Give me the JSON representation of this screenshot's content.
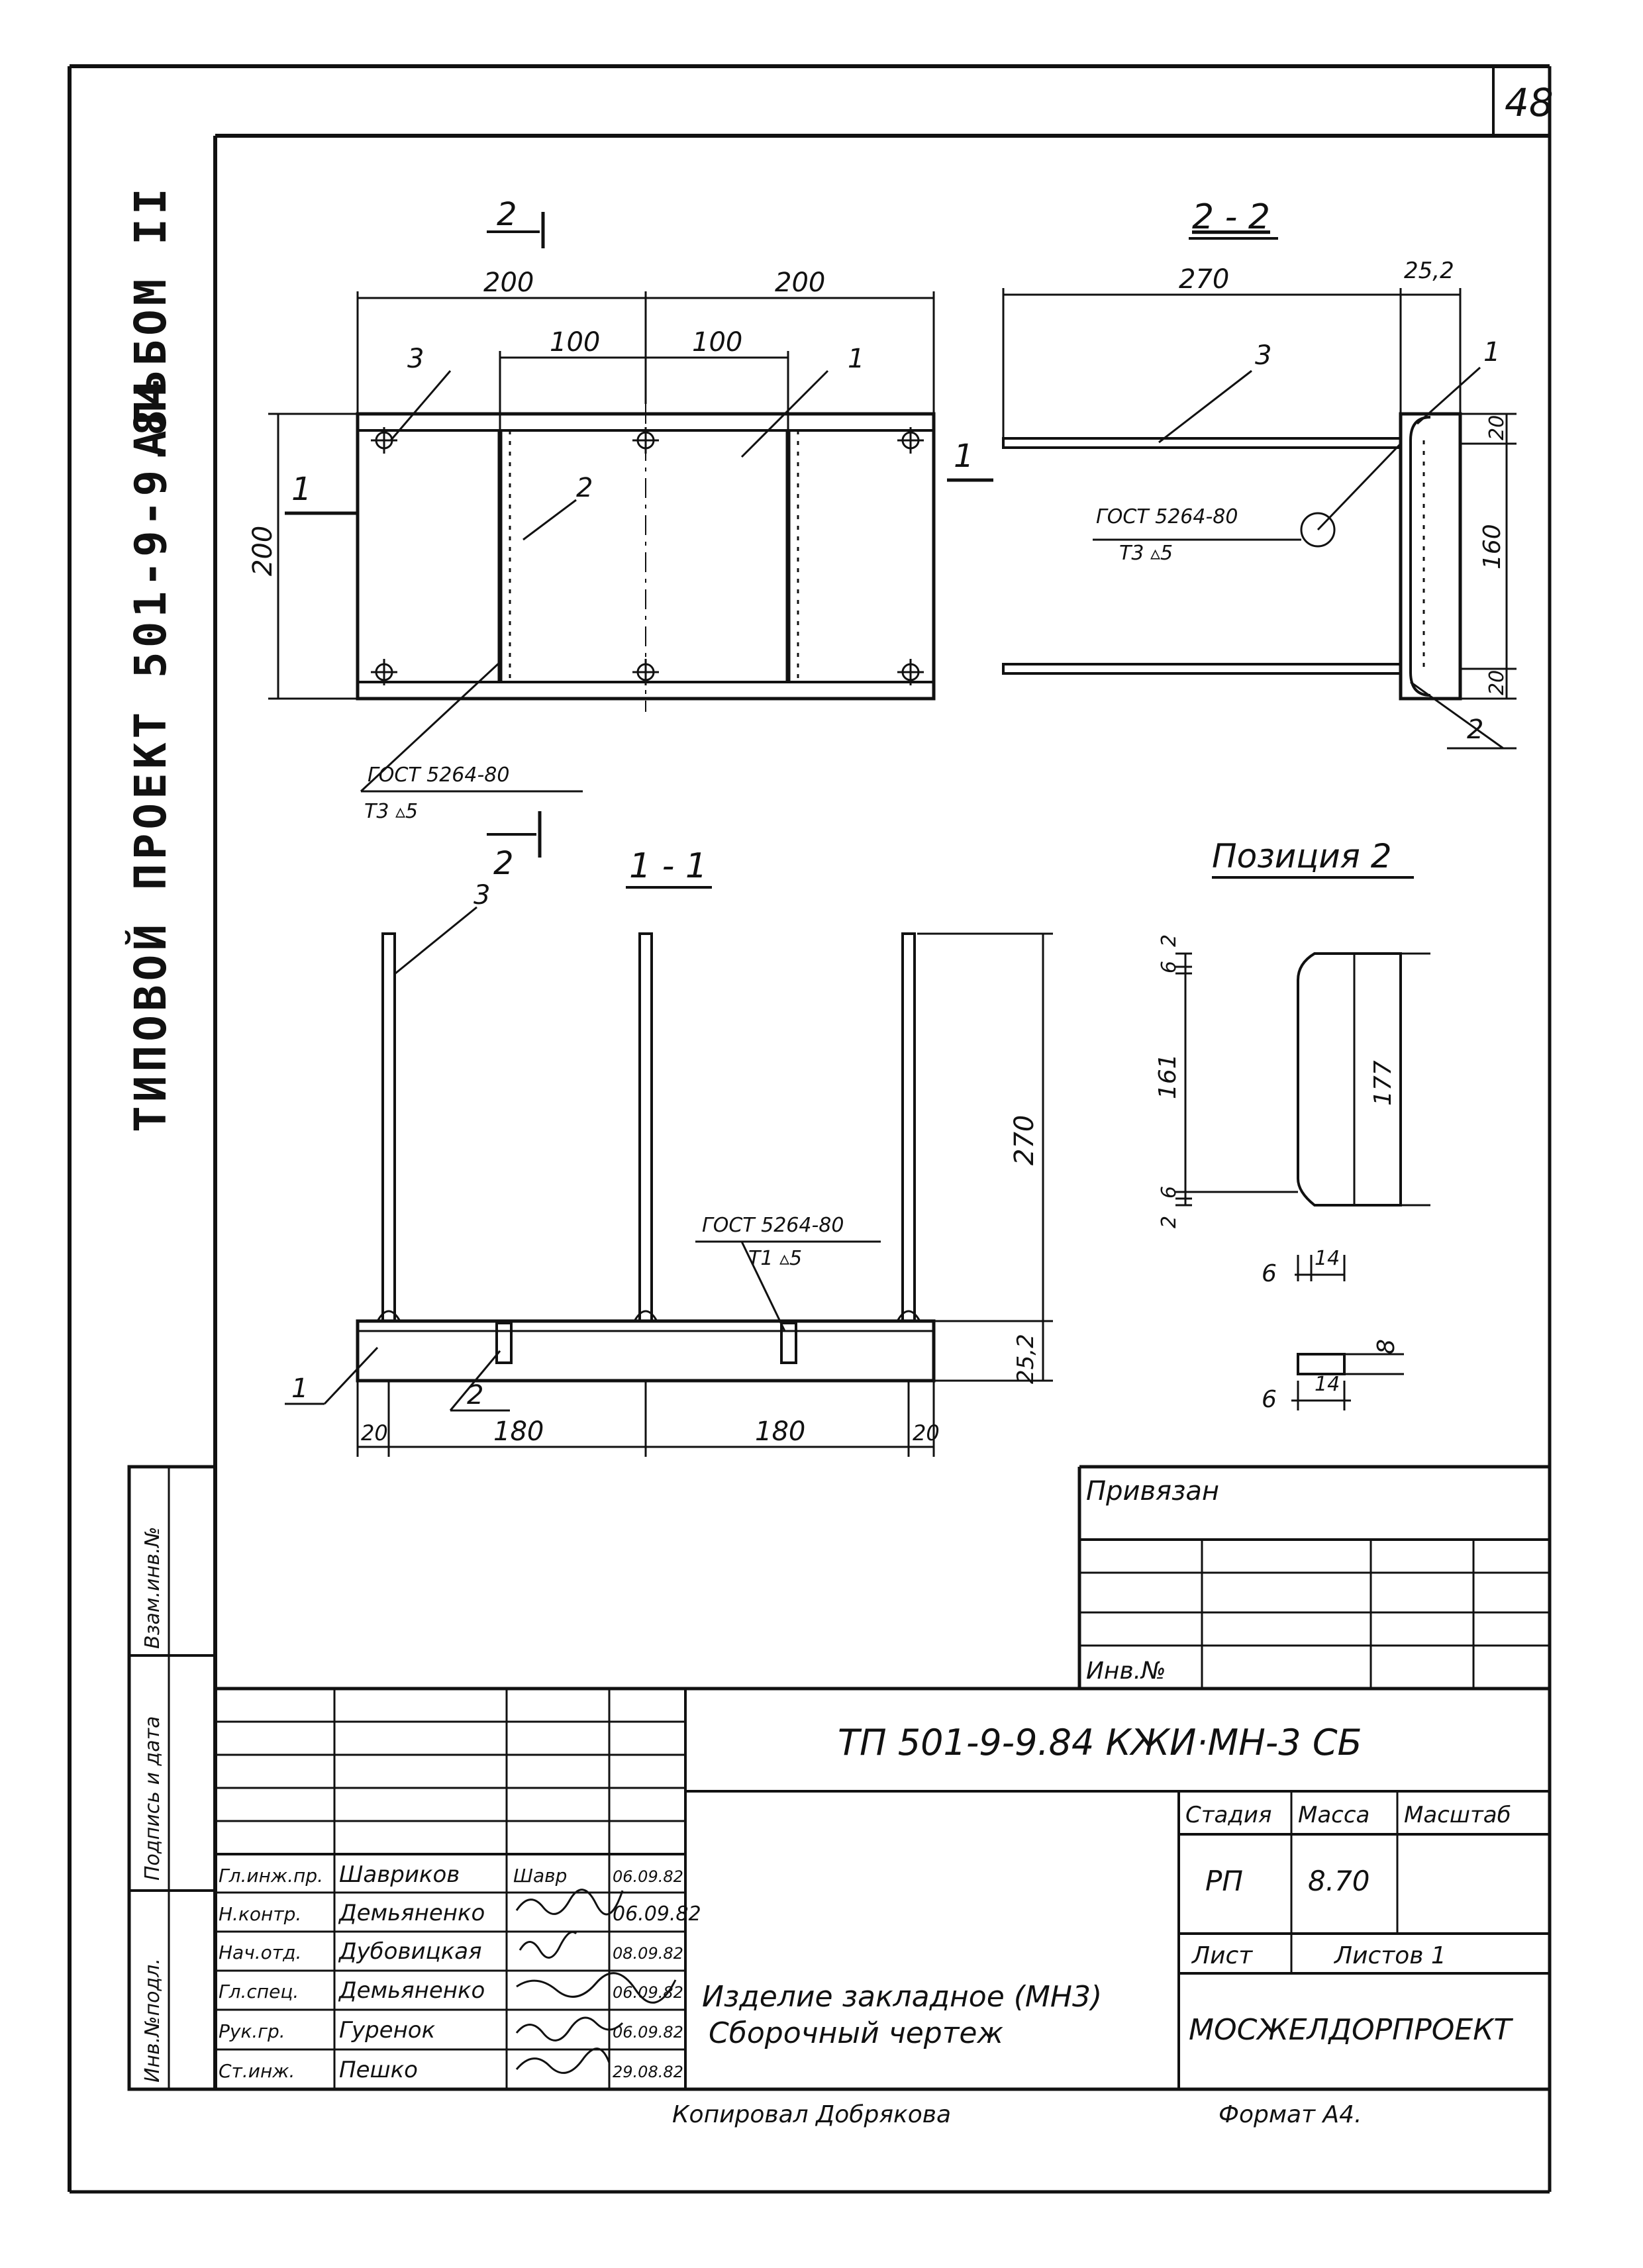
{
  "sheet_number": "48",
  "side_title": {
    "line1": "ТИПОВОЙ  ПРОЕКТ 501-9-9.84",
    "line2": "АЛЬБОМ II"
  },
  "plan_view": {
    "section_mark_top": "2",
    "section_mark_left": "1",
    "dim_top_left": "200",
    "dim_top_right": "200",
    "dim_mid_left": "100",
    "dim_mid_right": "100",
    "dim_height": "200",
    "callout_3": "3",
    "callout_1": "1",
    "callout_2": "2",
    "weld_note": "ГОСТ 5264-80",
    "weld_code": "Т3 ▵5"
  },
  "section_2_2": {
    "title": "2 - 2",
    "section_mark": "1",
    "dim_length": "270",
    "dim_plate": "25,2",
    "dim_top": "20",
    "dim_mid": "160",
    "dim_bottom": "20",
    "callout_3": "3",
    "callout_1": "1",
    "callout_2": "2",
    "weld_note": "ГОСТ 5264-80",
    "weld_code": "Т3 ▵5"
  },
  "section_1_1": {
    "title": "1 - 1",
    "section_mark": "2",
    "dim_height": "270",
    "dim_plate": "25,2",
    "dim_left_edge": "20",
    "dim_left": "180",
    "dim_right": "180",
    "dim_right_edge": "20",
    "callout_3": "3",
    "callout_1": "1",
    "callout_2": "2",
    "weld_note": "ГОСТ 5264-80",
    "weld_code": "Т1 ▵5"
  },
  "position_2": {
    "title": "Позиция 2",
    "dim_6_top": "6",
    "dim_2_top": "2",
    "dim_161": "161",
    "dim_2_bottom": "2",
    "dim_6_bottom": "6",
    "dim_177": "177",
    "dim_6_a": "6",
    "dim_14_a": "14",
    "dim_8": "8",
    "dim_6_b": "6",
    "dim_14_b": "14"
  },
  "binding_block": {
    "label": "Привязан",
    "inv_label": "Инв.№"
  },
  "left_margin": {
    "cell1": "Взам.инв.№",
    "cell2": "Подпись и дата",
    "cell3": "Инв.№подл."
  },
  "title_block": {
    "code": "ТП 501-9-9.84      КЖИ·МН-3 СБ",
    "stage_label": "Стадия",
    "mass_label": "Масса",
    "scale_label": "Масштаб",
    "stage_value": "РП",
    "mass_value": "8.70",
    "sheet_label": "Лист",
    "sheets_label": "Листов 1",
    "name_line1": "Изделие закладное (МН3)",
    "name_line2": "Сборочный чертеж",
    "org": "МОСЖЕЛДОРПРОЕКТ",
    "rows": [
      {
        "role": "Гл.инж.пр.",
        "name": "Шавриков",
        "sign": "Шавр",
        "date": "06.09.82"
      },
      {
        "role": "Н.контр.",
        "name": "Демьяненко",
        "sign": "",
        "date": "06.09.82"
      },
      {
        "role": "Нач.отд.",
        "name": "Дубовицкая",
        "sign": "",
        "date": "08.09.82"
      },
      {
        "role": "Гл.спец.",
        "name": "Демьяненко",
        "sign": "",
        "date": "06.09.82"
      },
      {
        "role": "Рук.гр.",
        "name": "Гуренок",
        "sign": "",
        "date": "06.09.82"
      },
      {
        "role": "Ст.инж.",
        "name": "Пешко",
        "sign": "",
        "date": "29.08.82"
      }
    ]
  },
  "footer": {
    "copied": "Копировал  Добрякова",
    "format": "Формат А4."
  }
}
